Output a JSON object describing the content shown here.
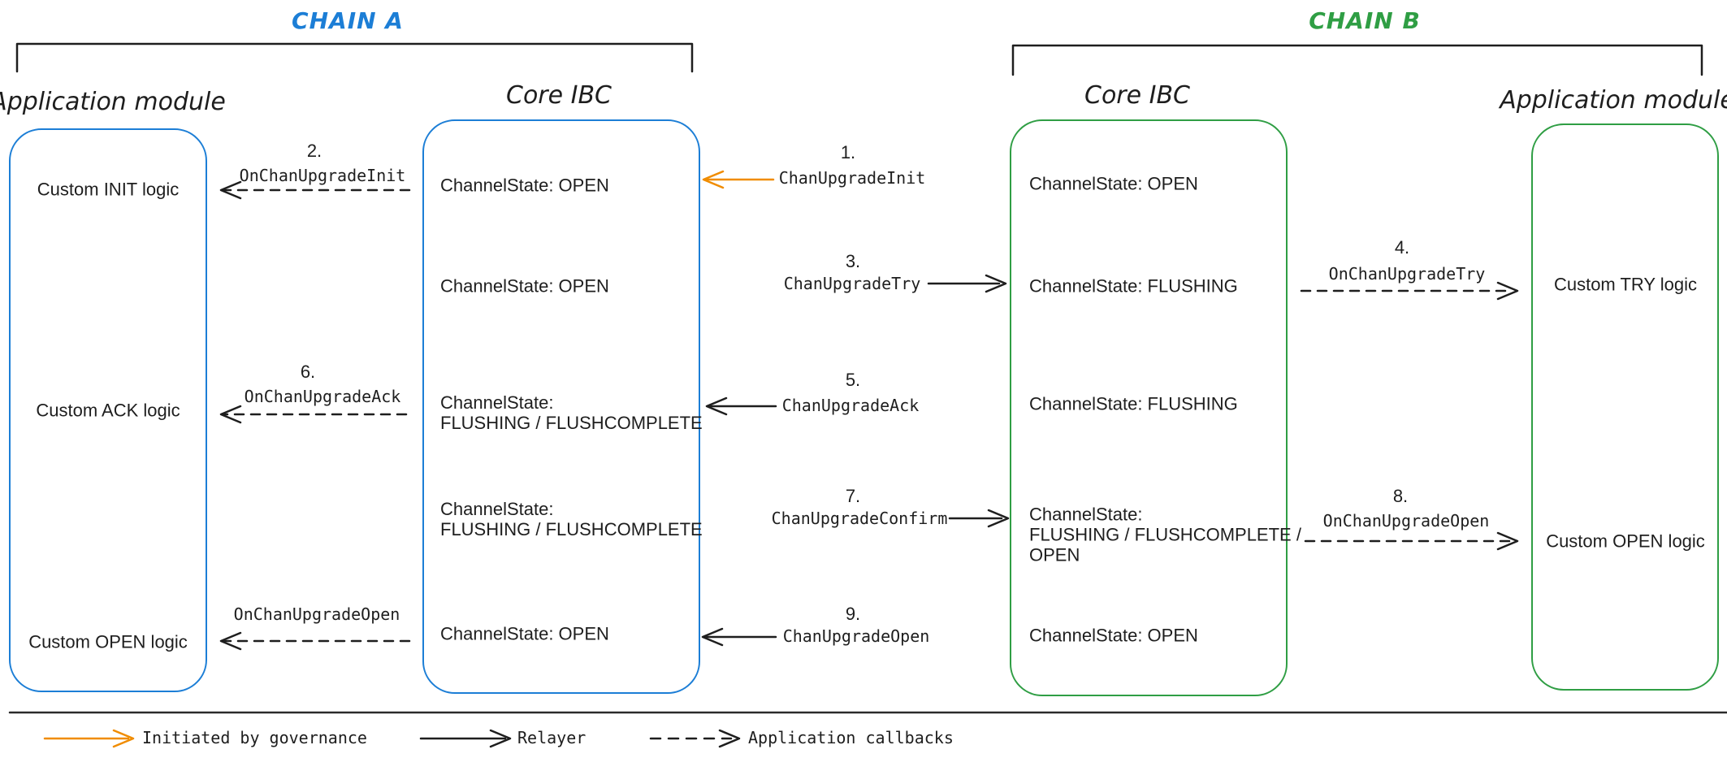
{
  "chain_a": {
    "label": "CHAIN A"
  },
  "chain_b": {
    "label": "CHAIN B"
  },
  "columns": {
    "app_a_title": "Application module",
    "core_a_title": "Core IBC",
    "core_b_title": "Core IBC",
    "app_b_title": "Application module"
  },
  "app_a": {
    "rows": [
      "Custom INIT logic",
      "Custom ACK logic",
      "Custom OPEN logic"
    ]
  },
  "core_a": {
    "rows": [
      {
        "lines": [
          "ChannelState: OPEN"
        ]
      },
      {
        "lines": [
          "ChannelState: OPEN"
        ]
      },
      {
        "lines": [
          "ChannelState:",
          "FLUSHING / FLUSHCOMPLETE"
        ]
      },
      {
        "lines": [
          "ChannelState:",
          "FLUSHING / FLUSHCOMPLETE"
        ]
      },
      {
        "lines": [
          "ChannelState: OPEN"
        ]
      }
    ]
  },
  "core_b": {
    "rows": [
      {
        "lines": [
          "ChannelState: OPEN"
        ]
      },
      {
        "lines": [
          "ChannelState: FLUSHING"
        ]
      },
      {
        "lines": [
          "ChannelState: FLUSHING"
        ]
      },
      {
        "lines": [
          "ChannelState:",
          "FLUSHING / FLUSHCOMPLETE /",
          "OPEN"
        ]
      },
      {
        "lines": [
          "ChannelState: OPEN"
        ]
      }
    ]
  },
  "app_b": {
    "rows": [
      "Custom TRY logic",
      "Custom OPEN logic"
    ]
  },
  "steps": {
    "s1": {
      "num": "1.",
      "label": "ChanUpgradeInit"
    },
    "s2": {
      "num": "2.",
      "label": "OnChanUpgradeInit"
    },
    "s3": {
      "num": "3.",
      "label": "ChanUpgradeTry"
    },
    "s4": {
      "num": "4.",
      "label": "OnChanUpgradeTry"
    },
    "s5": {
      "num": "5.",
      "label": "ChanUpgradeAck"
    },
    "s6": {
      "num": "6.",
      "label": "OnChanUpgradeAck"
    },
    "s7": {
      "num": "7.",
      "label": "ChanUpgradeConfirm"
    },
    "s8": {
      "num": "8.",
      "label": "OnChanUpgradeOpen"
    },
    "s9": {
      "num": "9.",
      "label": "ChanUpgradeOpen"
    },
    "s10": {
      "num": "",
      "label": "OnChanUpgradeOpen"
    }
  },
  "legend": {
    "governance": "Initiated by governance",
    "relayer": "Relayer",
    "callbacks": "Application callbacks"
  },
  "colors": {
    "chain_a_blue": "#1c7ed6",
    "chain_b_green": "#2f9e44",
    "governance_orange": "#f08c00",
    "ink": "#1e1e1e"
  }
}
